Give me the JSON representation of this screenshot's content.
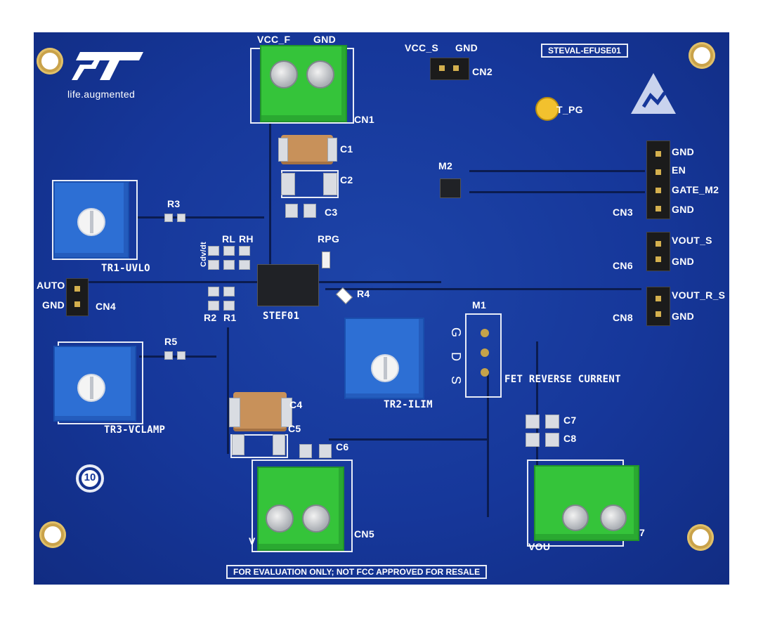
{
  "board": {
    "title": "STEVAL-EFUSE01",
    "logo_text": "life.augmented",
    "disclaimer": "FOR EVALUATION ONLY; NOT FCC APPROVED FOR RESALE",
    "ic_label": "STEF01",
    "mosfet_pins": "G D S",
    "fet_note": "FET REVERSE CURRENT",
    "rohs_mark": "10"
  },
  "silkscreen": {
    "vcc_f": "VCC_F",
    "gnd_top": "GND",
    "cn1": "CN1",
    "vcc_s": "VCC_S",
    "gnd_s": "GND",
    "cn2": "CN2",
    "t_pg": "T_PG",
    "cn3_gnd1": "GND",
    "cn3_en": "EN",
    "cn3_gate": "GATE_M2",
    "cn3_gnd2": "GND",
    "cn3": "CN3",
    "cn6_vout": "VOUT_S",
    "cn6_gnd": "GND",
    "cn6": "CN6",
    "cn8_vout": "VOUT_R_S",
    "cn8_gnd": "GND",
    "cn8": "CN8",
    "c1": "C1",
    "c2": "C2",
    "c3": "C3",
    "m2": "M2",
    "rpg": "RPG",
    "r4": "R4",
    "m1": "M1",
    "r3": "R3",
    "rl": "RL",
    "rh": "RH",
    "cdvdt": "Cdv/dt",
    "tr1": "TR1-UVLO",
    "auto": "AUTO",
    "gnd_cn4": "GND",
    "cn4": "CN4",
    "r2": "R2",
    "r1": "R1",
    "r5": "R5",
    "tr3": "TR3-VCLAMP",
    "tr2": "TR2-ILIM",
    "c4": "C4",
    "c5": "C5",
    "c6": "C6",
    "c7": "C7",
    "c8": "C8",
    "cn5": "CN5",
    "vin_partial": "V",
    "vout_partial": "VOU",
    "cn7_partial": "7"
  },
  "colors": {
    "pcb": "#16379a",
    "silkscreen": "#ffffff",
    "terminal": "#35c43a",
    "trimmer": "#2d6fd4",
    "gold": "#c9a24a"
  },
  "icons": [
    "st-logo-icon",
    "esd-warning-icon",
    "rohs-icon"
  ]
}
